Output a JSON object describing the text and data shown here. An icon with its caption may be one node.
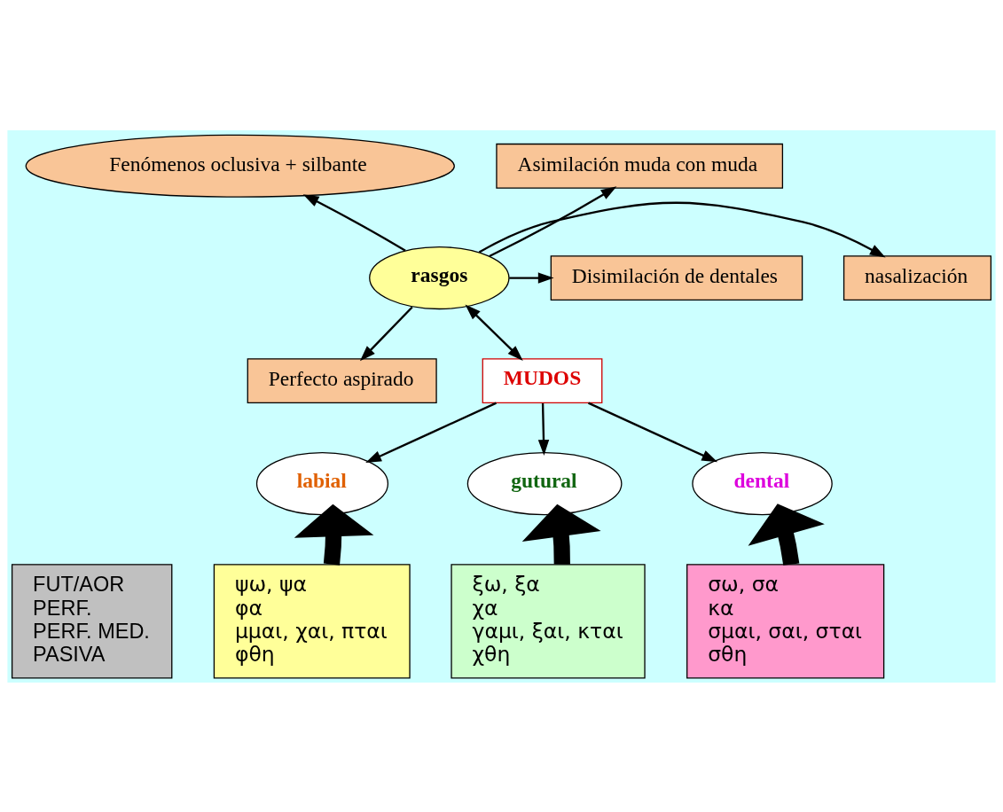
{
  "diagram": {
    "nodes": [
      {
        "text": [
          "Fenómenos oclusiva + silbante"
        ]
      },
      {
        "text": [
          "Asimilación muda con muda"
        ]
      },
      {
        "text": [
          "Disimilación de dentales"
        ]
      },
      {
        "text": [
          "rasgos"
        ]
      },
      {
        "text": [
          "nasalización"
        ]
      },
      {
        "text": [
          "Perfecto aspirado"
        ]
      },
      {
        "text": [
          "MUDOS"
        ]
      },
      {
        "text": [
          "labial"
        ]
      },
      {
        "text": [
          "gutural"
        ]
      },
      {
        "text": [
          "dental"
        ]
      },
      {
        "text": [
          "FUT/AOR",
          "PERF.",
          "PERF. MED.",
          "PASIVA"
        ]
      },
      {
        "text": [
          "ψω, ψα",
          "φα",
          "μμαι, χαι, πται",
          "φθη"
        ]
      },
      {
        "text": [
          "ξω, ξα",
          "χα",
          "γαμι, ξαι, κται",
          "χθη"
        ]
      },
      {
        "text": [
          "σω, σα",
          "κα",
          "σμαι, σαι, σται",
          "σθη"
        ]
      }
    ],
    "edges": [
      {
        "from": 3,
        "to": 0,
        "arrow": "to"
      },
      {
        "from": 3,
        "to": 1,
        "arrow": "to"
      },
      {
        "from": 3,
        "to": 2,
        "arrow": "to"
      },
      {
        "from": 3,
        "to": 4,
        "arrow": "to"
      },
      {
        "from": 3,
        "to": 5,
        "arrow": "to"
      },
      {
        "from": 3,
        "to": 6,
        "arrow": "both"
      },
      {
        "from": 6,
        "to": 7,
        "arrow": "to"
      },
      {
        "from": 6,
        "to": 8,
        "arrow": "to"
      },
      {
        "from": 6,
        "to": 9,
        "arrow": "to"
      },
      {
        "from": 11,
        "to": 7,
        "arrow": "to",
        "style": "thick"
      },
      {
        "from": 12,
        "to": 8,
        "arrow": "to",
        "style": "thick"
      },
      {
        "from": 13,
        "to": 9,
        "arrow": "to",
        "style": "thick"
      }
    ]
  }
}
